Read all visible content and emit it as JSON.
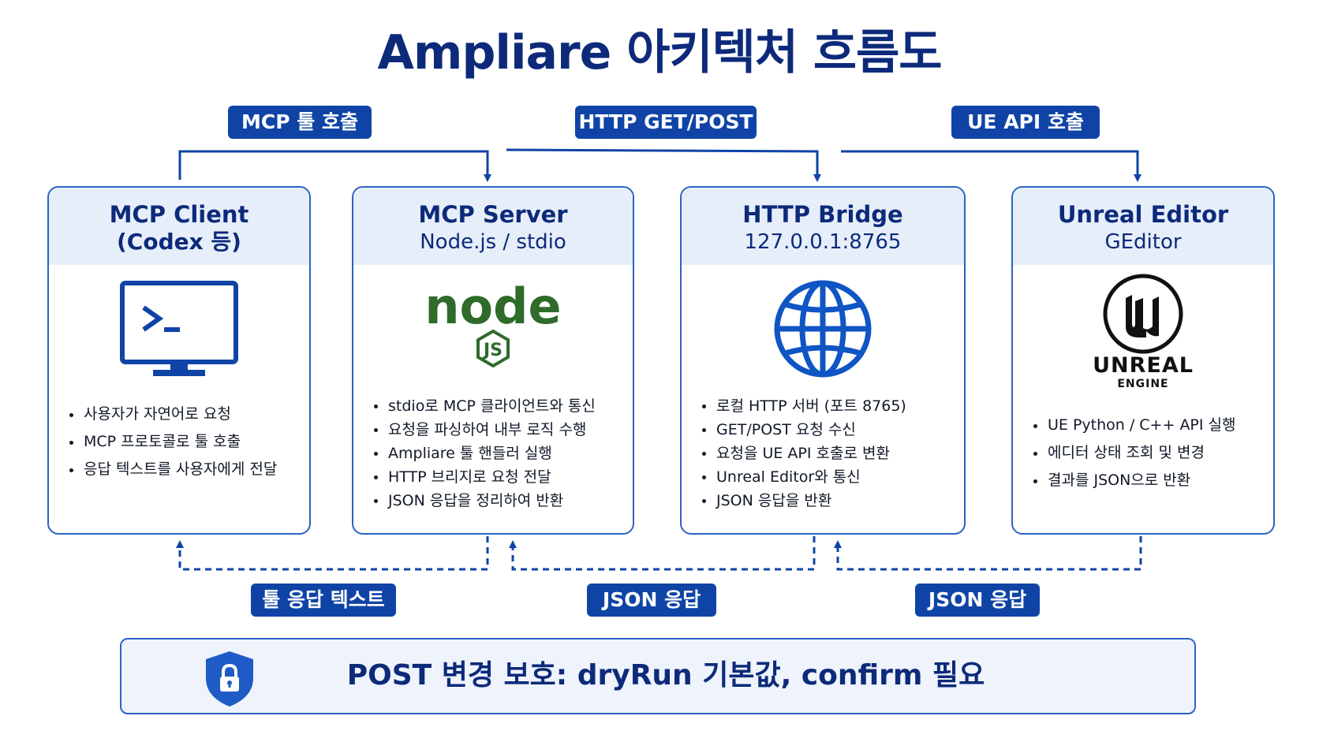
{
  "title": "Ampliare 아키텍처 흐름도",
  "labels": {
    "top": [
      "MCP 툴 호출",
      "HTTP GET/POST",
      "UE API 호출"
    ],
    "bottom": [
      "툴 응답 텍스트",
      "JSON 응답",
      "JSON 응답"
    ]
  },
  "cards": [
    {
      "title": "MCP Client",
      "subtitle": "(Codex 등)",
      "icon": "terminal-monitor-icon",
      "bullets": [
        "사용자가 자연어로 요청",
        "MCP 프로토콜로 툴 호출",
        "응답 텍스트를 사용자에게 전달"
      ]
    },
    {
      "title": "MCP Server",
      "subtitle": "Node.js / stdio",
      "icon": "nodejs-logo",
      "logo_text": "node",
      "logo_badge": "JS",
      "bullets": [
        "stdio로 MCP 클라이언트와 통신",
        "요청을 파싱하여 내부 로직 수행",
        "Ampliare 툴 핸들러 실행",
        "HTTP 브리지로 요청 전달",
        "JSON 응답을 정리하여 반환"
      ]
    },
    {
      "title": "HTTP Bridge",
      "subtitle": "127.0.0.1:8765",
      "icon": "globe-icon",
      "bullets": [
        "로컬 HTTP 서버 (포트 8765)",
        "GET/POST 요청 수신",
        "요청을 UE API 호출로 변환",
        "Unreal Editor와 통신",
        "JSON 응답을 반환"
      ]
    },
    {
      "title": "Unreal Editor",
      "subtitle": "GEditor",
      "icon": "unreal-engine-logo",
      "logo_text": "UNREAL",
      "logo_sub": "ENGINE",
      "bullets": [
        "UE Python / C++ API 실행",
        "에디터 상태 조회 및 변경",
        "결과를 JSON으로 반환"
      ]
    }
  ],
  "banner": {
    "icon": "lock-shield-icon",
    "text": "POST 변경 보호: dryRun 기본값, confirm 필요"
  },
  "colors": {
    "primary": "#0f44a6",
    "border": "#2c63c4",
    "card_header": "#e6eefa",
    "title_text": "#0d2a7a",
    "node_green": "#2f6b2a"
  }
}
